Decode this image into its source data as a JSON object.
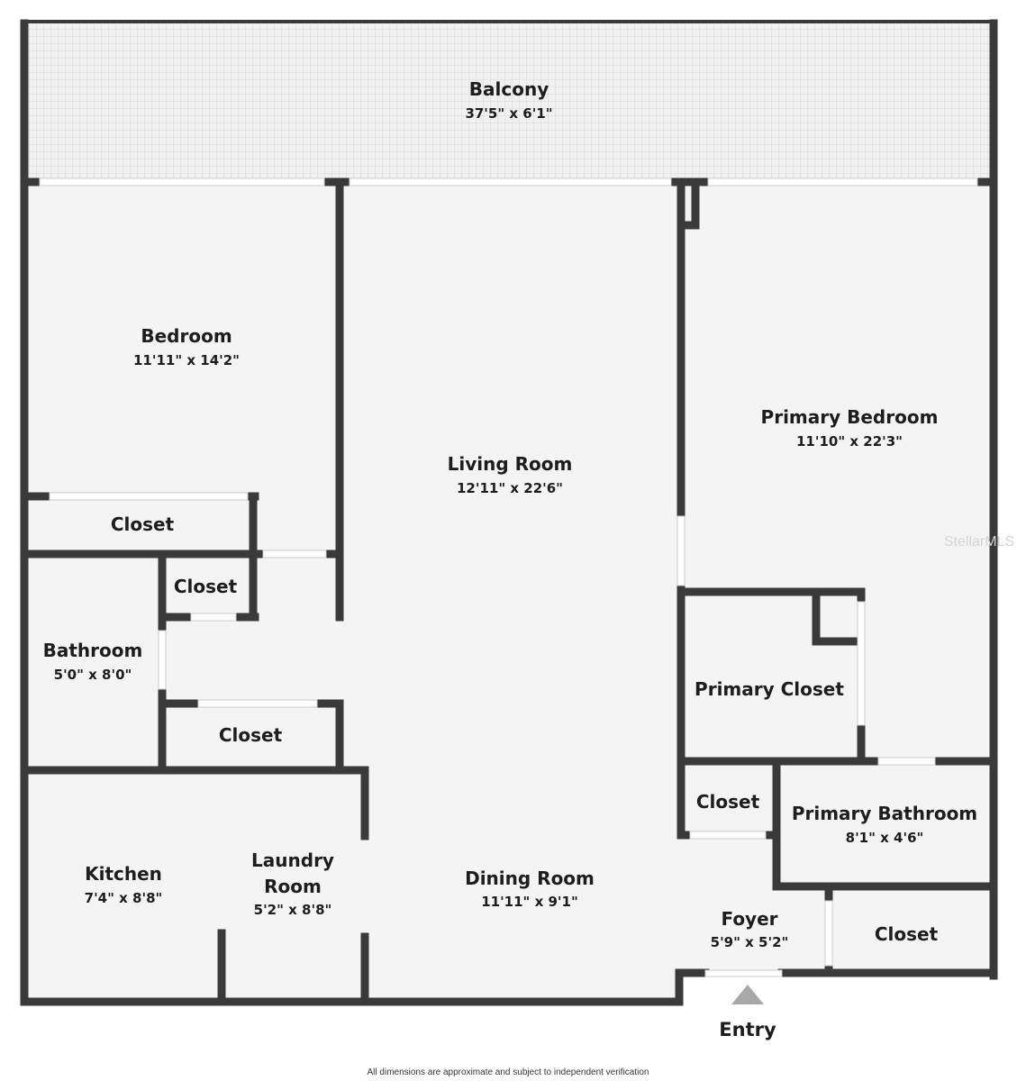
{
  "colors": {
    "wall": "#3a3a3a",
    "floor": "#f4f4f4",
    "balcony_floor": "#eeeeee",
    "window": "#ffffff",
    "entry_marker": "#a8a8a8"
  },
  "rooms": {
    "balcony": {
      "name": "Balcony",
      "dims": "37'5\" x 6'1\""
    },
    "bedroom": {
      "name": "Bedroom",
      "dims": "11'11\" x 14'2\""
    },
    "living_room": {
      "name": "Living Room",
      "dims": "12'11\" x 22'6\""
    },
    "primary_bedroom": {
      "name": "Primary Bedroom",
      "dims": "11'10\" x 22'3\""
    },
    "bedroom_closet": {
      "name": "Closet"
    },
    "hall_closet": {
      "name": "Closet"
    },
    "bathroom": {
      "name": "Bathroom",
      "dims": "5'0\" x 8'0\""
    },
    "bath_closet": {
      "name": "Closet"
    },
    "primary_closet": {
      "name": "Primary Closet"
    },
    "primary_small_closet": {
      "name": "Closet"
    },
    "primary_bathroom": {
      "name": "Primary Bathroom",
      "dims": "8'1\" x 4'6\""
    },
    "kitchen": {
      "name": "Kitchen",
      "dims": "7'4\" x 8'8\""
    },
    "laundry_room": {
      "name_line1": "Laundry",
      "name_line2": "Room",
      "dims": "5'2\" x 8'8\""
    },
    "dining_room": {
      "name": "Dining Room",
      "dims": "11'11\" x 9'1\""
    },
    "foyer": {
      "name": "Foyer",
      "dims": "5'9\" x 5'2\""
    },
    "foyer_closet": {
      "name": "Closet"
    }
  },
  "entry_label": "Entry",
  "watermark": "StellarMLS",
  "disclaimer": "All dimensions are approximate and subject to independent verification"
}
